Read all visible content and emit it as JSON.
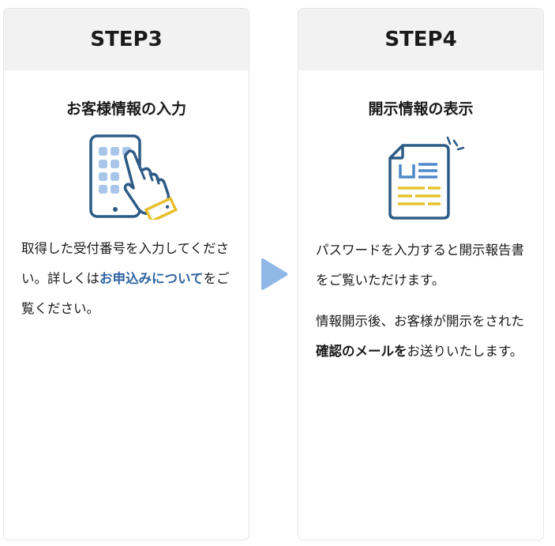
{
  "steps": [
    {
      "header": "STEP3",
      "title": "お客様情報の入力",
      "illustration_icon": "smartphone-tap-icon",
      "body": {
        "text_before_link": "取得した受付番号を入力してください。詳しくは",
        "link_text": "お申込みについて",
        "text_after_link": "をご覧ください。"
      }
    },
    {
      "header": "STEP4",
      "title": "開示情報の表示",
      "illustration_icon": "document-report-icon",
      "body": {
        "paragraph1": "パスワードを入力すると開示報告書をご覧いただけます。",
        "p2_before_bold": "情報開示後、お客様が開示をされた",
        "p2_bold": "確認のメールを",
        "p2_after_bold": "お送りいたします。"
      }
    }
  ],
  "arrow_icon": "next-step-arrow-icon",
  "colors": {
    "header_bg": "#f2f2f2",
    "icon_blue": "#2d5b86",
    "icon_light_blue": "#a9c6ea",
    "icon_yellow": "#e6c02c",
    "link": "#2e64a0",
    "arrow": "#8fb8e6"
  }
}
